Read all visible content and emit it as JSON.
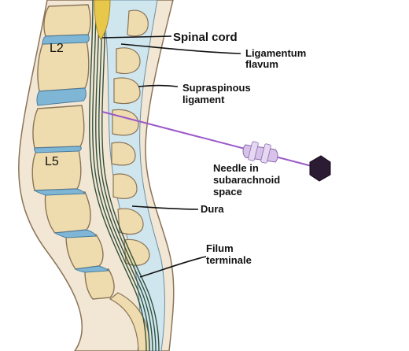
{
  "labels": {
    "spinal_cord": "Spinal cord",
    "ligamentum_flavum": [
      "Ligamentum",
      "flavum"
    ],
    "supraspinous_ligament": [
      "Supraspinous",
      "ligament"
    ],
    "needle": [
      "Needle in",
      "subarachnoid",
      "space"
    ],
    "dura": "Dura",
    "filum_terminale": [
      "Filum",
      "terminale"
    ]
  },
  "vertebra_labels": {
    "upper": "L2",
    "lower": "L5"
  },
  "colors": {
    "vertebra_body": "#efdcae",
    "disc": "#7fb6d6",
    "canal": "#cfe6ef",
    "nerves": "#33523f",
    "skin": "#f2e7d4",
    "needle": "#9b59c8",
    "hub": "#d7c3ea",
    "syringe_cap": "#2b1b33"
  }
}
